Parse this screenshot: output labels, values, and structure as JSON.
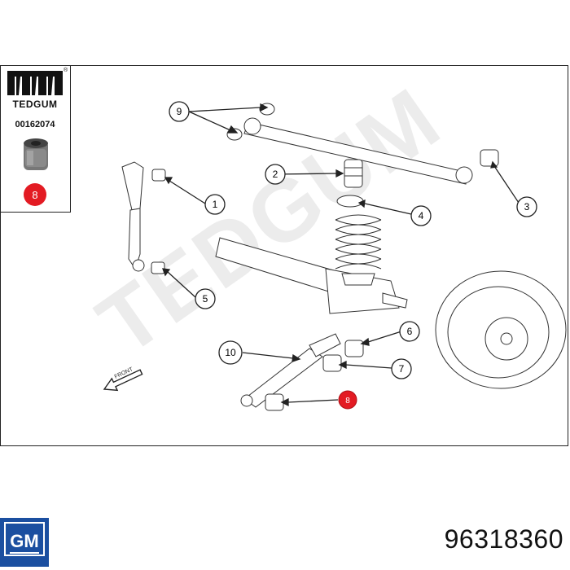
{
  "brand": {
    "name": "TEDGUM",
    "code": "00162074",
    "reg": "®",
    "badge": "8"
  },
  "watermark": "TEDGUM",
  "front_label": "FRONT",
  "callouts": [
    "1",
    "2",
    "3",
    "4",
    "5",
    "6",
    "7",
    "8",
    "9",
    "10"
  ],
  "footer": {
    "logo": "GM",
    "part_number": "96318360"
  },
  "colors": {
    "highlight": "#e31b23",
    "line": "#222222",
    "watermark": "#eeeeee",
    "gm_blue": "#1b4fa0"
  }
}
